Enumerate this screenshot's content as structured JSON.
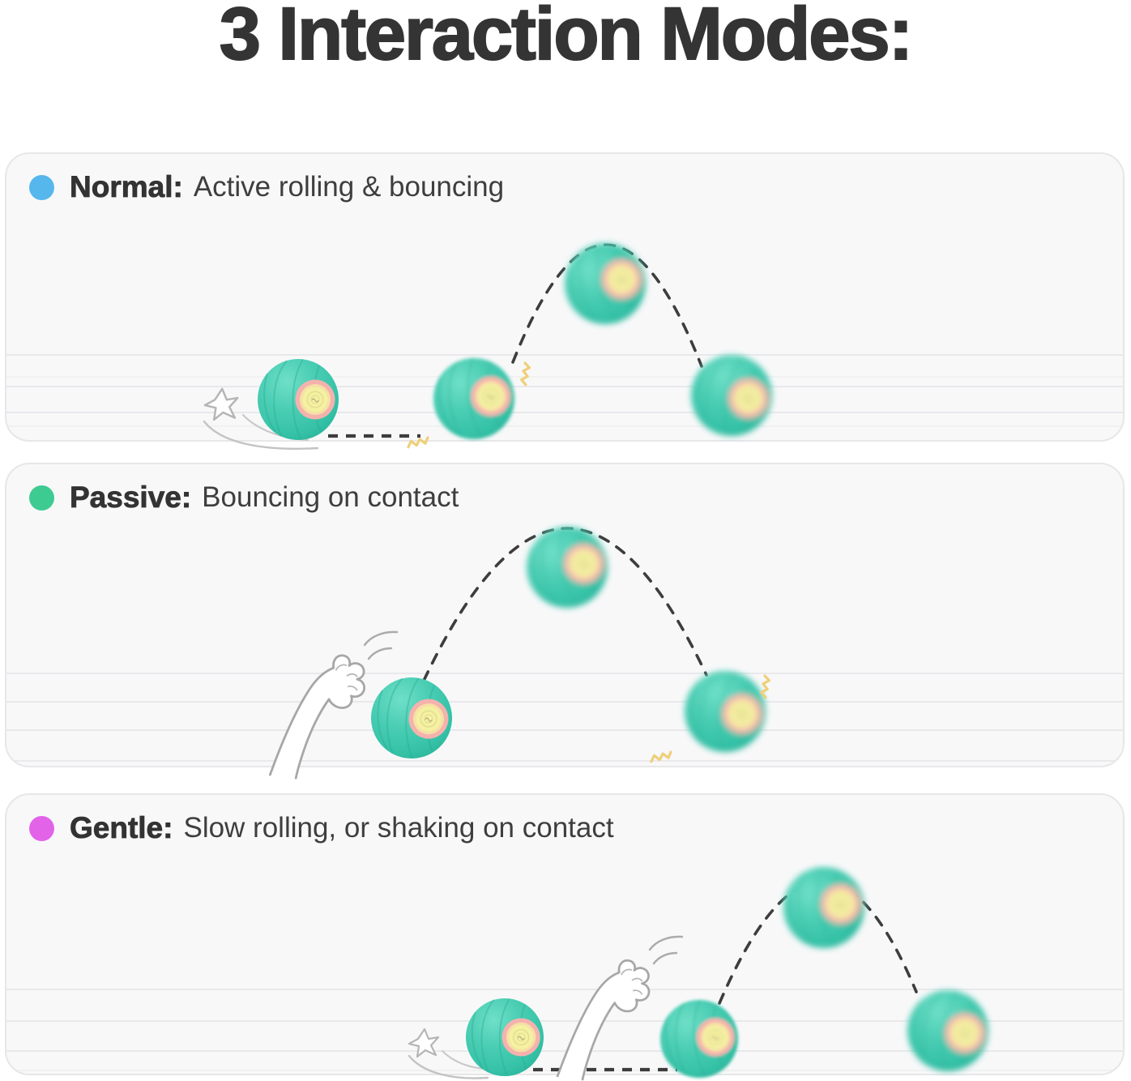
{
  "title": "3 Interaction Modes:",
  "panels": [
    {
      "name": "Normal",
      "label": "Normal:",
      "description": "Active rolling & bouncing",
      "dot_color": "#56b7ec"
    },
    {
      "name": "Passive",
      "label": "Passive:",
      "description": "Bouncing on contact",
      "dot_color": "#3ecb92"
    },
    {
      "name": "Gentle",
      "label": "Gentle:",
      "description": "Slow rolling, or shaking on contact",
      "dot_color": "#e263e8"
    }
  ],
  "colors": {
    "title_text": "#343434",
    "panel_background": "#f8f8f9",
    "panel_border": "#e7e7ea",
    "ball_teal": "#3fc9ae",
    "ball_face_ring": "#f5b2ad",
    "ball_face_center": "#f3f0a0",
    "trajectory_dash": "#3d3d3d",
    "vibration_squiggle": "#eed079"
  }
}
